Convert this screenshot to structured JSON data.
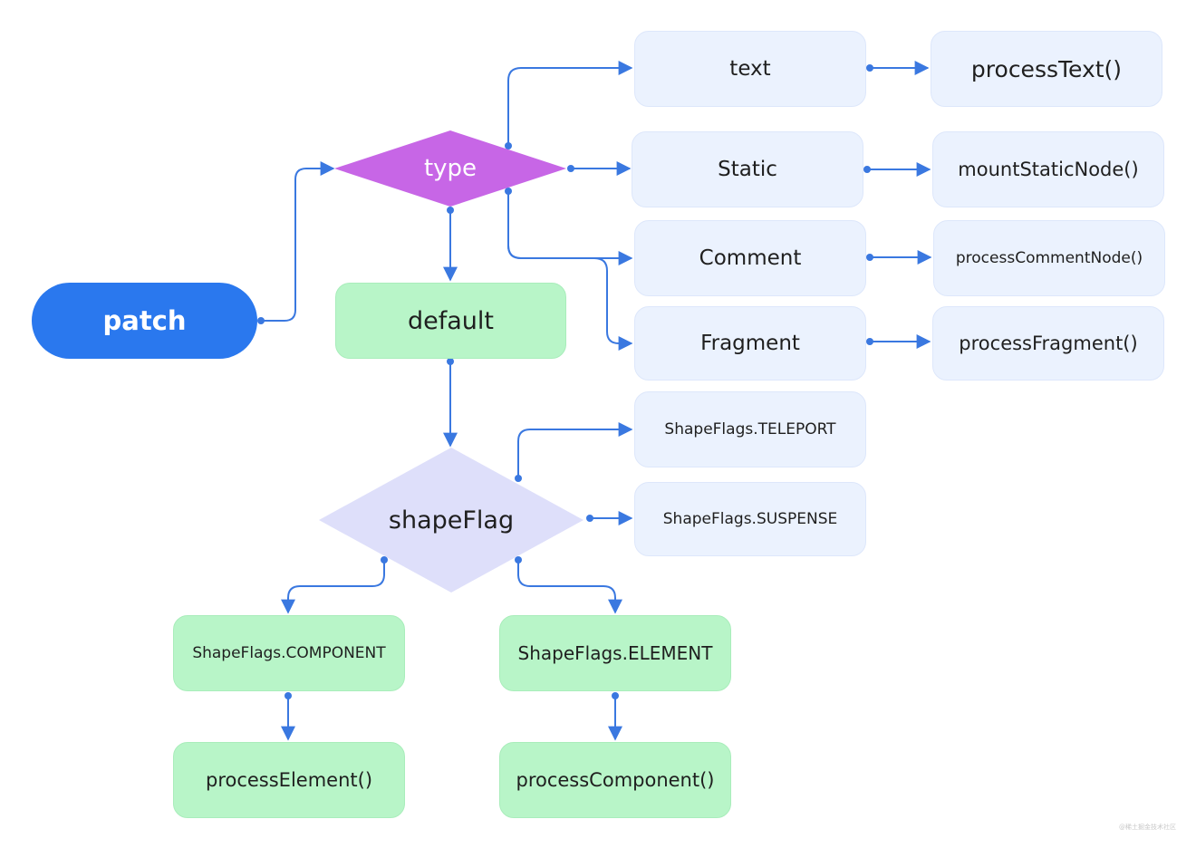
{
  "colors": {
    "edge": "#3a78e0",
    "patch_fill": "#2a78ee",
    "type_fill": "#c766e6",
    "shapeflag_fill": "#dedffa",
    "green_fill": "#b8f5c8",
    "blue_fill": "#ebf2fe"
  },
  "nodes": {
    "patch": "patch",
    "type": "type",
    "default": "default",
    "shapeflag": "shapeFlag",
    "text": "text",
    "static": "Static",
    "comment": "Comment",
    "fragment": "Fragment",
    "process_text": "processText()",
    "mount_static_node": "mountStaticNode()",
    "process_comment_node": "processCommentNode()",
    "process_fragment": "processFragment()",
    "teleport": "ShapeFlags.TELEPORT",
    "suspense": "ShapeFlags.SUSPENSE",
    "component": "ShapeFlags.COMPONENT",
    "element": "ShapeFlags.ELEMENT",
    "process_element": "processElement()",
    "process_component": "processComponent()"
  },
  "watermark": "@稀土掘金技术社区"
}
